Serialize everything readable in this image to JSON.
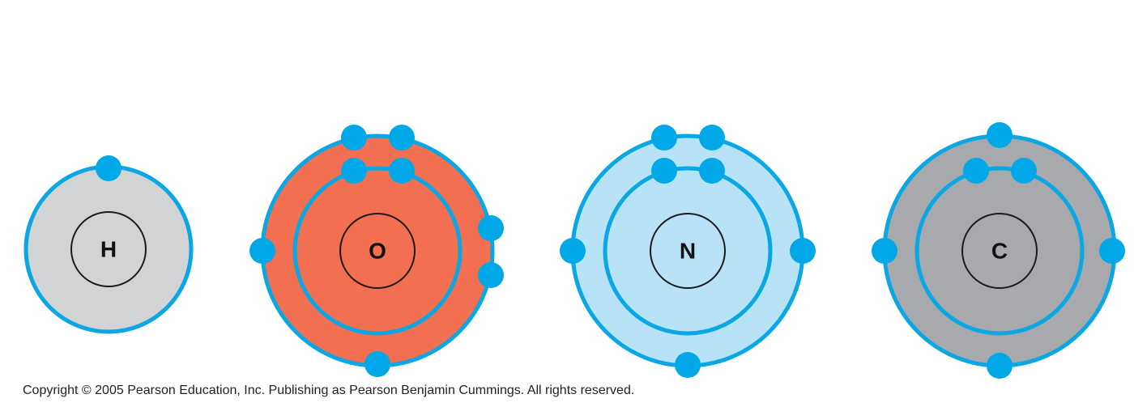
{
  "colors": {
    "shell_stroke": "#0aa7e4",
    "electron": "#00a8e8",
    "nucleus_stroke": "#1a1a1a"
  },
  "atoms": [
    {
      "symbol": "H",
      "fill": "#d1d3d4",
      "shells": 1,
      "electrons": 1
    },
    {
      "symbol": "O",
      "fill": "#f26f52",
      "shells": 2,
      "electrons": 8
    },
    {
      "symbol": "N",
      "fill": "#b8e3f7",
      "shells": 2,
      "electrons": 7
    },
    {
      "symbol": "C",
      "fill": "#a7a9ac",
      "shells": 2,
      "electrons": 6
    }
  ],
  "copyright": "Copyright ©  2005 Pearson Education, Inc. Publishing as Pearson Benjamin Cummings. All rights reserved."
}
